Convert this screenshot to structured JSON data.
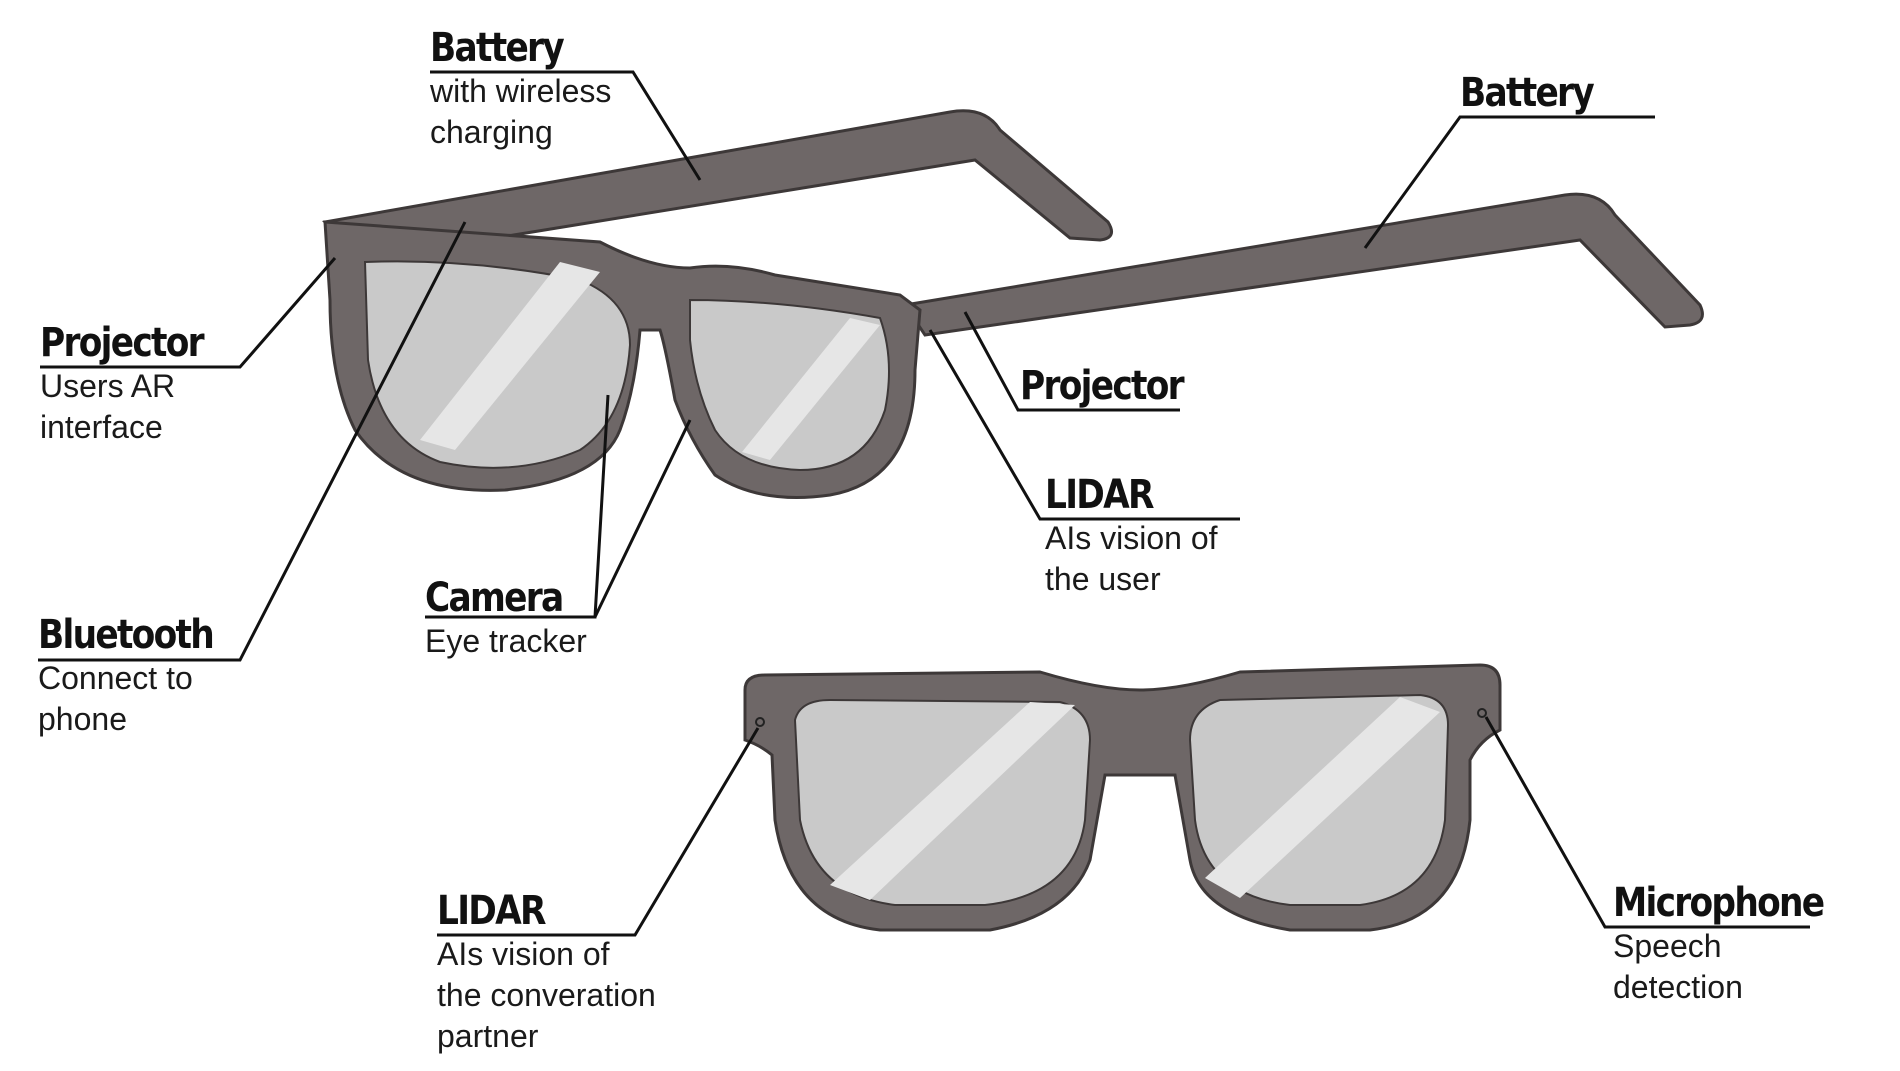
{
  "callouts": {
    "battery_left": {
      "title": "Battery",
      "lines": [
        "with wireless",
        "charging"
      ]
    },
    "battery_right": {
      "title": "Battery",
      "lines": []
    },
    "projector_left": {
      "title": "Projector",
      "lines": [
        "Users AR",
        "interface"
      ]
    },
    "projector_right": {
      "title": "Projector",
      "lines": []
    },
    "lidar_top": {
      "title": "LIDAR",
      "lines": [
        "AIs vision of",
        "the user"
      ]
    },
    "camera": {
      "title": "Camera",
      "lines": [
        "Eye tracker"
      ]
    },
    "bluetooth": {
      "title": "Bluetooth",
      "lines": [
        "Connect to",
        "phone"
      ]
    },
    "lidar_bottom": {
      "title": "LIDAR",
      "lines": [
        "AIs vision of",
        "the converation",
        "partner"
      ]
    },
    "microphone": {
      "title": "Microphone",
      "lines": [
        "Speech",
        "detection"
      ]
    }
  },
  "colors": {
    "frame": "#6e6767",
    "frame_dark": "#4f4949",
    "lens": "#c9c9c9",
    "lens_highlight": "#e6e6e6",
    "line": "#111111"
  }
}
